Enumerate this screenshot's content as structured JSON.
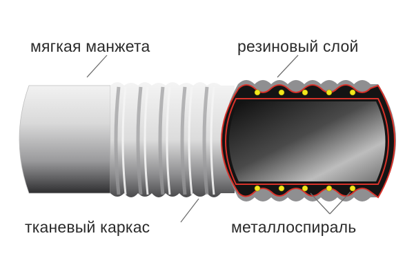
{
  "diagram": {
    "subject": "hose cross-section",
    "labels": {
      "soft_cuff": "мягкая манжета",
      "rubber_layer": "резиновый слой",
      "fabric_frame": "тканевый каркас",
      "metal_spiral": "металлоспираль"
    },
    "colors": {
      "cuff_light": "#e8e8e8",
      "cuff_dark": "#3c3c3e",
      "rubber_red": "#d8322a",
      "inner_black": "#151515",
      "spiral_yellow": "#f2e81c",
      "leader_line": "#777777",
      "outer_gray": "#9a9a9a"
    },
    "spiral_dots_per_side": 5
  }
}
